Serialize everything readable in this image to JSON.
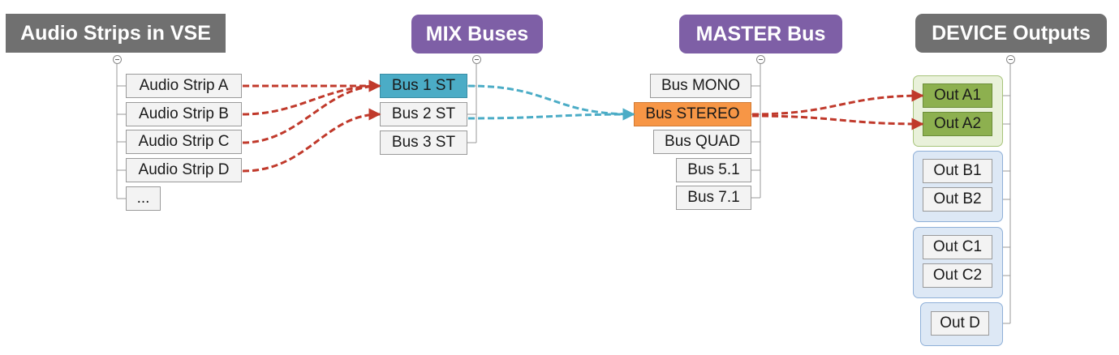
{
  "headers": {
    "vse": "Audio Strips in VSE",
    "mix": "MIX Buses",
    "master": "MASTER Bus",
    "device": "DEVICE Outputs"
  },
  "strips": [
    "Audio Strip A",
    "Audio Strip B",
    "Audio Strip C",
    "Audio Strip D",
    "..."
  ],
  "mix_buses": [
    "Bus 1 ST",
    "Bus 2 ST",
    "Bus 3 ST"
  ],
  "master_buses": [
    "Bus MONO",
    "Bus STEREO",
    "Bus QUAD",
    "Bus 5.1",
    "Bus 7.1"
  ],
  "outputs": {
    "a": [
      "Out A1",
      "Out A2"
    ],
    "b": [
      "Out B1",
      "Out B2"
    ],
    "c": [
      "Out C1",
      "Out C2"
    ],
    "d": [
      "Out D"
    ]
  },
  "colors": {
    "header_gray": "#707070",
    "header_purple": "#7e5fa6",
    "active_mix_bus": "#4bacc6",
    "active_master_bus": "#f79646",
    "active_output": "#8db04f",
    "red_connection": "#c0392b",
    "teal_connection": "#4bacc6"
  },
  "connections": [
    {
      "from": "Audio Strip A",
      "to": "Bus 1 ST",
      "color": "red"
    },
    {
      "from": "Audio Strip B",
      "to": "Bus 1 ST",
      "color": "red"
    },
    {
      "from": "Audio Strip C",
      "to": "Bus 1 ST",
      "color": "red"
    },
    {
      "from": "Audio Strip D",
      "to": "Bus 2 ST",
      "color": "red"
    },
    {
      "from": "Bus 1 ST",
      "to": "Bus STEREO",
      "color": "teal"
    },
    {
      "from": "Bus 2 ST",
      "to": "Bus STEREO",
      "color": "teal"
    },
    {
      "from": "Bus STEREO",
      "to": "Out A1",
      "color": "red"
    },
    {
      "from": "Bus STEREO",
      "to": "Out A2",
      "color": "red"
    }
  ]
}
